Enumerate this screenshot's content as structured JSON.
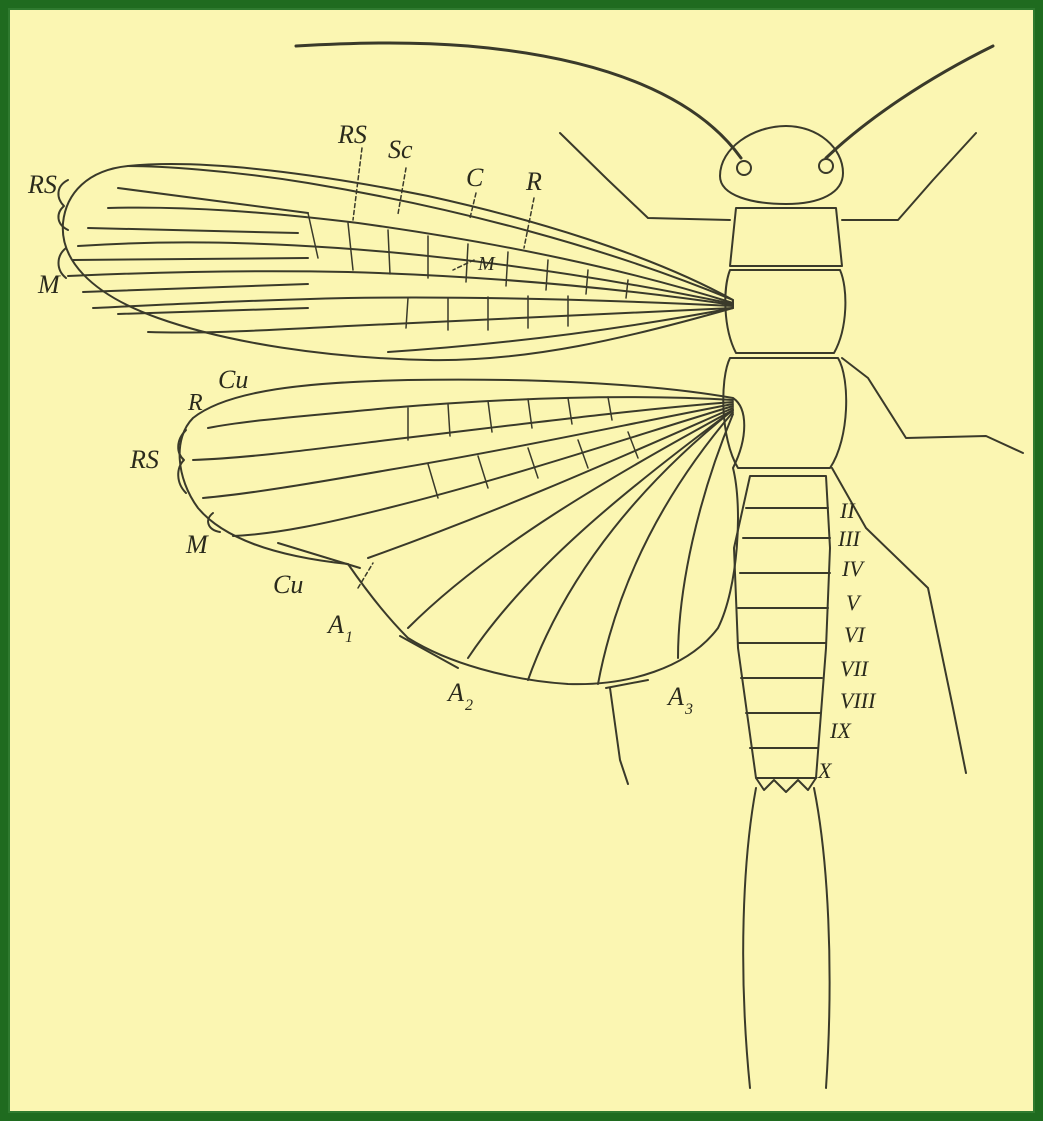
{
  "figure": {
    "labels": {
      "forewing_rs_top": "RS",
      "forewing_sc": "Sc",
      "forewing_c": "C",
      "forewing_r": "R",
      "forewing_rs_edge": "RS",
      "forewing_m_edge": "M",
      "forewing_m_inner": "M",
      "hindwing_cu_top": "Cu",
      "hindwing_r": "R",
      "hindwing_rs": "RS",
      "hindwing_m": "M",
      "hindwing_cu": "Cu",
      "anal_1": "A",
      "anal_1_sub": "1",
      "anal_2": "A",
      "anal_2_sub": "2",
      "anal_3": "A",
      "anal_3_sub": "3"
    },
    "segments": [
      "II",
      "III",
      "IV",
      "V",
      "VI",
      "VII",
      "VIII",
      "IX",
      "X"
    ],
    "colors": {
      "page_border": "#1f6b1f",
      "paper": "#fbf6b2",
      "ink": "#3a3a2a"
    }
  }
}
